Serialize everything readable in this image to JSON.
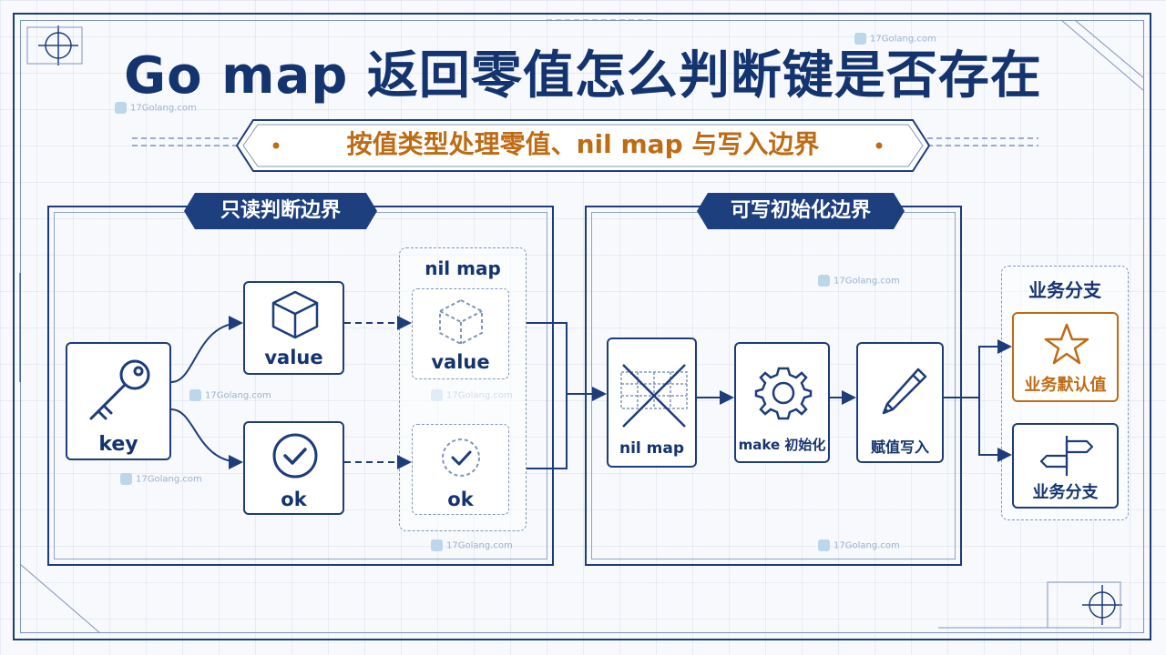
{
  "title": "Go map 返回零值怎么判断键是否存在",
  "subtitle": "按值类型处理零值、nil map 与写入边界",
  "watermark": "17Golang.com",
  "readonly_panel": {
    "label": "只读判断边界",
    "key_label": "key",
    "value_label": "value",
    "ok_label": "ok",
    "nil_group_title": "nil map",
    "nil_value_label": "value",
    "nil_ok_label": "ok"
  },
  "init_panel": {
    "label": "可写初始化边界",
    "nil_map_label": "nil map",
    "make_label": "make 初始化",
    "write_label": "赋值写入"
  },
  "business": {
    "group_title": "业务分支",
    "default_label": "业务默认值",
    "branch_label": "业务分支"
  },
  "colors": {
    "primary": "#1c3d7a",
    "accent": "#bf6b14",
    "dashed": "#7f95b9"
  }
}
